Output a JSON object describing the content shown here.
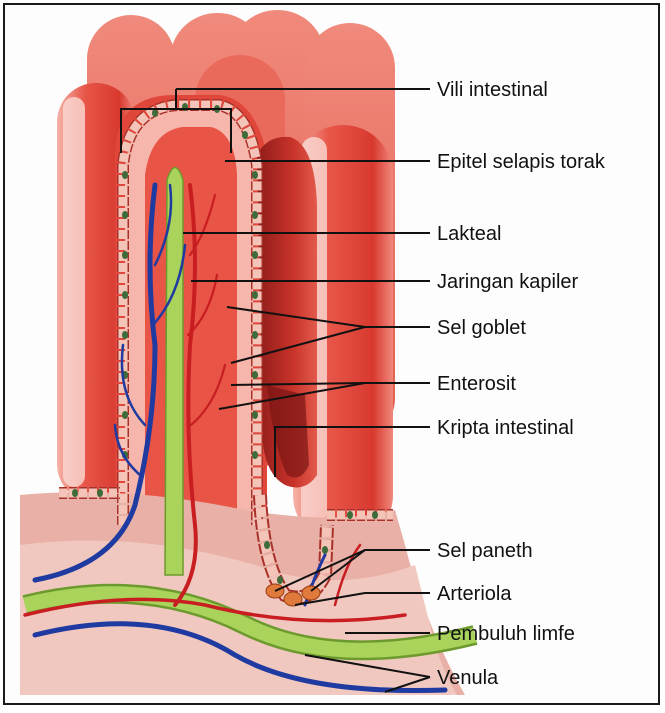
{
  "labels": [
    "Vili intestinal",
    "Epitel selapis torak",
    "Lakteal",
    "Jaringan kapiler",
    "Sel goblet",
    "Enterosit",
    "Kripta intestinal",
    "Sel paneth",
    "Arteriola",
    "Pembuluh limfe",
    "Venula"
  ],
  "colors": {
    "tissue": "#e24a3e",
    "tissue_light": "#f4a59a",
    "tissue_dark": "#b82a25",
    "lacteal": "#a9d35a",
    "vein": "#1f3aa0",
    "artery": "#c81e22",
    "cell_nucleus": "#3e6b3a"
  }
}
